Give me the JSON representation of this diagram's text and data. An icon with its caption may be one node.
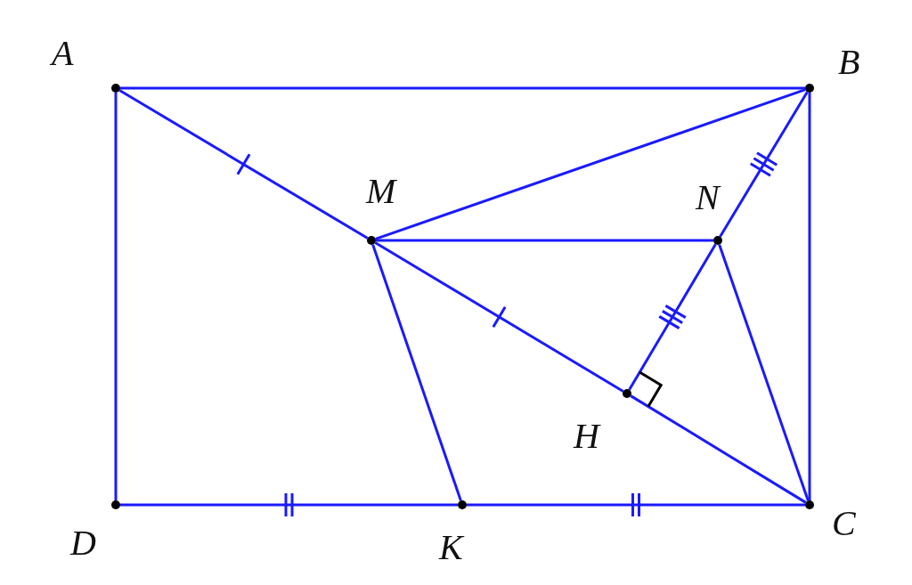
{
  "diagram": {
    "nodes": [
      {
        "text": [
          "A"
        ]
      },
      {
        "text": [
          "B"
        ]
      },
      {
        "text": [
          "M"
        ]
      },
      {
        "text": [
          "N"
        ]
      },
      {
        "text": [
          "H"
        ]
      },
      {
        "text": [
          "D"
        ]
      },
      {
        "text": [
          "K"
        ]
      },
      {
        "text": [
          "C"
        ]
      }
    ],
    "edges": [
      {
        "from": 0,
        "to": 1,
        "arrow": "none"
      },
      {
        "from": 0,
        "to": 5,
        "arrow": "none"
      },
      {
        "from": 1,
        "to": 7,
        "arrow": "none"
      },
      {
        "from": 5,
        "to": 6,
        "arrow": "none"
      },
      {
        "from": 6,
        "to": 7,
        "arrow": "none"
      },
      {
        "from": 0,
        "to": 2,
        "arrow": "none"
      },
      {
        "from": 2,
        "to": 4,
        "arrow": "none"
      },
      {
        "from": 4,
        "to": 7,
        "arrow": "none"
      },
      {
        "from": 2,
        "to": 1,
        "arrow": "none"
      },
      {
        "from": 2,
        "to": 3,
        "arrow": "none"
      },
      {
        "from": 3,
        "to": 1,
        "arrow": "none"
      },
      {
        "from": 3,
        "to": 4,
        "arrow": "none"
      },
      {
        "from": 3,
        "to": 7,
        "arrow": "none"
      },
      {
        "from": 2,
        "to": 6,
        "arrow": "none"
      }
    ]
  }
}
